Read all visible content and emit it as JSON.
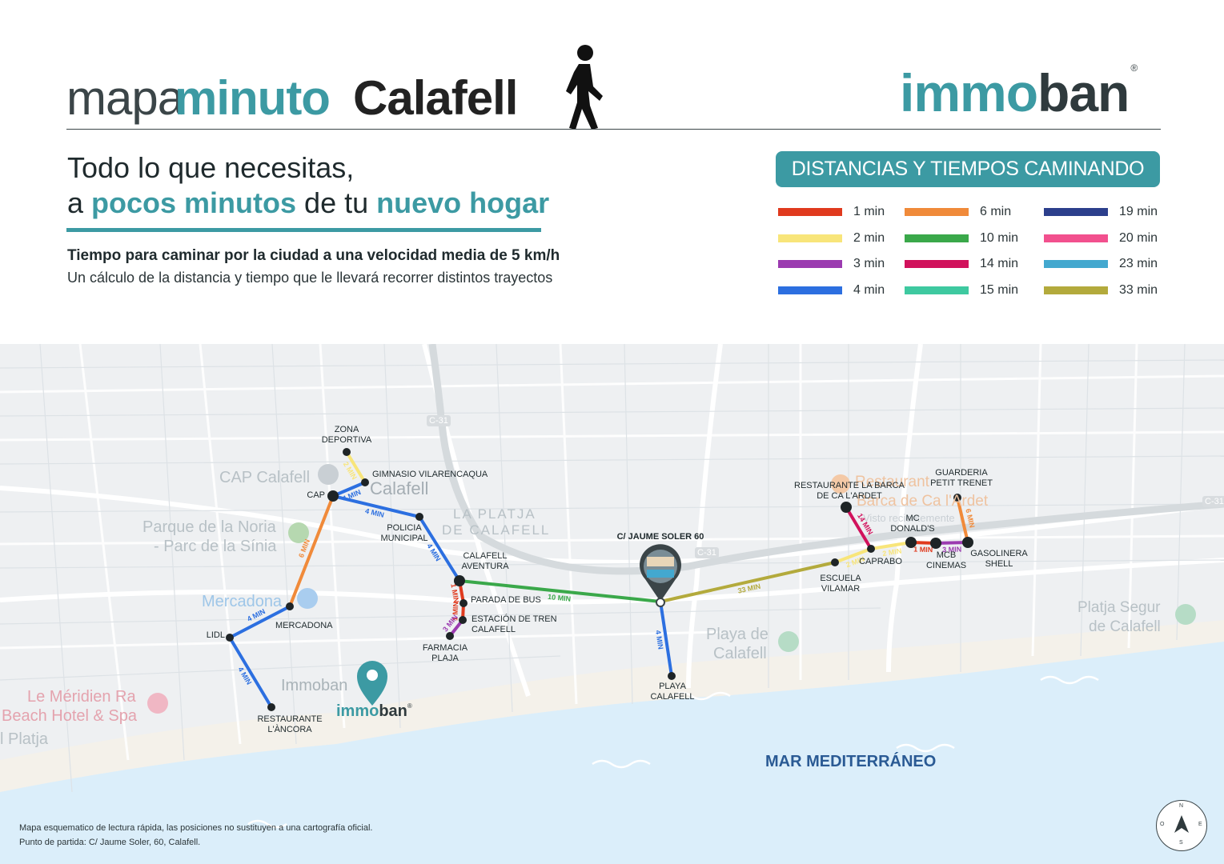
{
  "header": {
    "brand_mapa": "mapa",
    "brand_minuto": "minuto",
    "city": "Calafell",
    "logo_teal": "immo",
    "logo_dark": "ban",
    "logo_reg": "®",
    "walker_icon": "walking-person-icon"
  },
  "tagline": {
    "line1": "Todo lo que necesitas,",
    "line2_a": "a ",
    "line2_b": "pocos minutos",
    "line2_c": " de tu ",
    "line2_d": "nuevo hogar"
  },
  "subtitle": {
    "bold": "Tiempo para caminar por la ciudad a una velocidad media de 5 km/h",
    "regular": "Un cálculo de la distancia y tiempo que le llevará recorrer distintos trayectos"
  },
  "legend": {
    "title": "DISTANCIAS Y TIEMPOS CAMINANDO",
    "items": [
      {
        "label": "1 min",
        "color": "#e03a1e"
      },
      {
        "label": "2 min",
        "color": "#f8e57a"
      },
      {
        "label": "3 min",
        "color": "#9b3bb0"
      },
      {
        "label": "4 min",
        "color": "#2c6fe0"
      },
      {
        "label": "6 min",
        "color": "#f08a3a"
      },
      {
        "label": "10 min",
        "color": "#3aa84a"
      },
      {
        "label": "14 min",
        "color": "#d1125c"
      },
      {
        "label": "15 min",
        "color": "#3ec9a0"
      },
      {
        "label": "19 min",
        "color": "#2c3f8c"
      },
      {
        "label": "20 min",
        "color": "#f2508e"
      },
      {
        "label": "23 min",
        "color": "#43a8cf"
      },
      {
        "label": "33 min",
        "color": "#b3aa3c"
      }
    ]
  },
  "map": {
    "google_labels": {
      "cap_calafell": "CAP Calafell",
      "calafell": "Calafell",
      "la_platja": "LA PLATJA",
      "de_calafell": "DE CALAFELL",
      "parque_noria_1": "Parque de la Noria",
      "parque_noria_2": "- Parc de la Sínia",
      "mercadona": "Mercadona",
      "meridien_1": "Le Méridien Ra",
      "meridien_2": "Beach Hotel & Spa",
      "platja": "l Platja",
      "immoban_gray": "Immoban",
      "playa_1": "Playa de",
      "playa_2": "Calafell",
      "segur_1": "Platja Segur",
      "segur_2": "de Calafell",
      "restaurant_1": "Restaurant",
      "restaurant_2": "Barca de Ca l'Ardet",
      "restaurant_3": "Visto recientemente",
      "c31_a": "C-31",
      "c31_b": "C-31",
      "c31_c": "C-31"
    },
    "pois": {
      "zona_deportiva": "ZONA\nDEPORTIVA",
      "gimnasio": "GIMNASIO VILARENCAQUA",
      "cap": "CAP",
      "policia": "POLICIA\nMUNICIPAL",
      "calafell_aventura": "CALAFELL\nAVENTURA",
      "parada_bus": "PARADA DE BUS",
      "estacion_tren": "ESTACIÓN DE TREN\nCALAFELL",
      "farmacia": "FARMACIA\nPLAJA",
      "mercadona": "MERCADONA",
      "lidl": "LIDL",
      "restaurante_ancora": "RESTAURANTE\nL'ÀNCORA",
      "jaume_soler": "C/ JAUME SOLER 60",
      "playa_calafell": "PLAYA\nCALAFELL",
      "escuela_vilamar": "ESCUELA\nVILAMAR",
      "caprabo": "CAPRABO",
      "restaurante_barca": "RESTAURANTE LA BARCA\nDE CA L'ARDET",
      "mc_donalds": "MC\nDONALD'S",
      "mcb_cinemas": "MCB\nCINEMAS",
      "gasolinera": "GASOLINERA\nSHELL",
      "guarderia": "GUARDERIA\nPETIT TRENET"
    },
    "route_labels": {
      "zona_gim": "2 MIN",
      "cap_gim": "4 MIN",
      "cap_policia": "4 MIN",
      "policia_aventura": "4 MIN",
      "cap_mercadona": "6 MIN",
      "mercadona_lidl": "4 MIN",
      "lidl_ancora": "4 MIN",
      "aventura_jaume": "10 MIN",
      "aventura_bus": "1 MIN",
      "bus_tren": "1 MIN",
      "tren_farmacia": "3 MIN",
      "jaume_playa": "4 MIN",
      "jaume_escuela": "33 MIN",
      "escuela_caprabo": "2 MIN",
      "caprabo_barca": "14 MIN",
      "caprabo_mc": "2 MIN",
      "mc_mcb": "1 MIN",
      "mcb_gas": "3 MIN",
      "gas_guarderia": "6 MIN"
    },
    "immoban_logo_teal": "immo",
    "immoban_logo_dark": "ban",
    "immoban_logo_reg": "®",
    "sea": "MAR MEDITERRÁNEO",
    "disclaimer_1": "Mapa esquematico de lectura rápida, las posiciones no sustituyen a una cartografía oficial.",
    "disclaimer_2": "Punto de partida: C/ Jaume Soler, 60, Calafell.",
    "compass": {
      "n": "N",
      "s": "S",
      "e": "E",
      "o": "O"
    }
  }
}
